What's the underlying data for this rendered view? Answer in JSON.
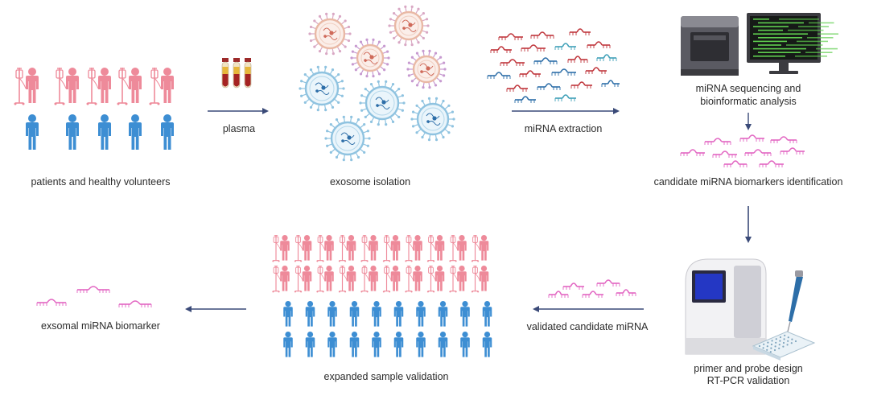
{
  "colors": {
    "patient": "#ee8a9a",
    "healthy": "#3d8ed3",
    "mirna_red": "#c0363c",
    "mirna_blue": "#2d6ea8",
    "mirna_teal": "#3fa0b8",
    "biomarker": "#e266c2",
    "arrow": "#3a4a78",
    "machine_dark": "#4a4a50",
    "screen_green": "#5fcf4f"
  },
  "labels": {
    "patients": "patients and healthy volunteers",
    "plasma": "plasma",
    "exosome": "exosome isolation",
    "extraction": "miRNA extraction",
    "sequencing_line1": "miRNA sequencing and",
    "sequencing_line2": "bioinformatic analysis",
    "candidate": "candidate miRNA biomarkers identification",
    "pcr_line1": "primer and probe design",
    "pcr_line2": "RT-PCR validation",
    "validated": "validated candidate miRNA",
    "expanded": "expanded sample validation",
    "biomarker": "exsomal miRNA biomarker"
  }
}
